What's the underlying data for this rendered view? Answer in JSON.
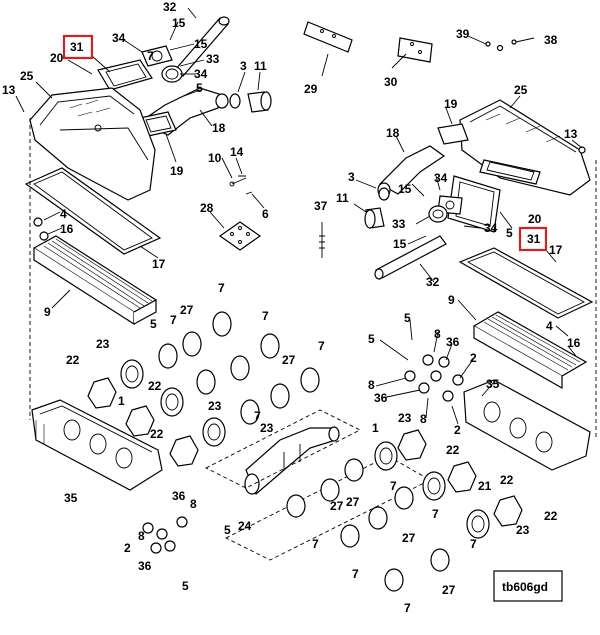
{
  "figure_tag": "tb606gd",
  "highlight_color": "#d62020",
  "labels": {
    "l32a": "32",
    "l15a": "15",
    "l31a": "31",
    "l34a": "34",
    "l15b": "15",
    "l20a": "20",
    "l33a": "33",
    "l7a": "7",
    "l25a": "25",
    "l34b": "34",
    "l3a": "3",
    "l11a": "11",
    "l5a": "5",
    "l13a": "13",
    "l18a": "18",
    "l19a": "19",
    "l10a": "10",
    "l14a": "14",
    "l6a": "6",
    "l28a": "28",
    "l4a": "4",
    "l16a": "16",
    "l17a": "17",
    "l9a": "9",
    "l29a": "29",
    "l30a": "30",
    "l39a": "39",
    "l38a": "38",
    "l37a": "37",
    "l19b": "19",
    "l25b": "25",
    "l18b": "18",
    "l13b": "13",
    "l3b": "3",
    "l15c": "15",
    "l34c": "34",
    "l11b": "11",
    "l33b": "33",
    "l34d": "34",
    "l20b": "20",
    "l5b": "5",
    "l31b": "31",
    "l15d": "15",
    "l17b": "17",
    "l32b": "32",
    "l9b": "9",
    "l4b": "4",
    "l16b": "16",
    "l5c": "5",
    "l8a": "8",
    "l36a": "36",
    "l2a": "2",
    "l5d": "5",
    "l8b": "8",
    "l36b": "36",
    "l8c": "8",
    "l2b": "2",
    "l35a": "35",
    "l7b": "7",
    "l27a": "27",
    "l5e": "5",
    "l7c": "7",
    "l23a": "23",
    "l7d": "7",
    "l27b": "27",
    "l7e": "7",
    "l22a": "22",
    "l22b": "22",
    "l1a": "1",
    "l23b": "23",
    "l22c": "22",
    "l23c": "23",
    "l35b": "35",
    "l24a": "24",
    "l36c": "36",
    "l8d": "8",
    "l2c": "2",
    "l8e": "8",
    "l5f": "5",
    "l36d": "36",
    "l5g": "5",
    "l23d": "23",
    "l1b": "1",
    "l22d": "22",
    "l7f": "7",
    "l27c": "27",
    "l21a": "21",
    "l22e": "22",
    "l23e": "23",
    "l22f": "22",
    "l7g": "7",
    "l27d": "27",
    "l7h": "7",
    "l27e": "27",
    "l7i": "7",
    "l27f": "27",
    "l7j": "7",
    "l7k": "7",
    "l7l": "7"
  }
}
